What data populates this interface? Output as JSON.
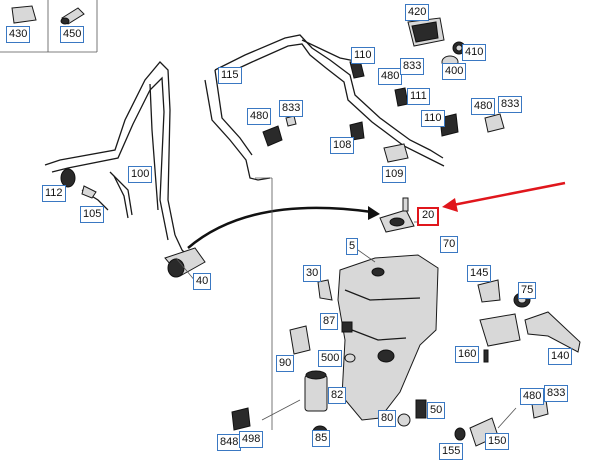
{
  "diagram": {
    "highlight_color": "#e0161c",
    "label_border_color": "#3a78c2",
    "highlighted_part": "20",
    "legend_boxes": [
      {
        "id": "430",
        "label": "430",
        "icon": "gasket-icon"
      },
      {
        "id": "450",
        "label": "450",
        "icon": "hose-piece-icon"
      }
    ],
    "labels": [
      {
        "id": "420",
        "text": "420"
      },
      {
        "id": "410",
        "text": "410"
      },
      {
        "id": "400",
        "text": "400"
      },
      {
        "id": "110a",
        "text": "110"
      },
      {
        "id": "480a",
        "text": "480"
      },
      {
        "id": "833a",
        "text": "833"
      },
      {
        "id": "115",
        "text": "115"
      },
      {
        "id": "111",
        "text": "111"
      },
      {
        "id": "480b",
        "text": "480"
      },
      {
        "id": "833b",
        "text": "833"
      },
      {
        "id": "480c",
        "text": "480"
      },
      {
        "id": "833c",
        "text": "833"
      },
      {
        "id": "110b",
        "text": "110"
      },
      {
        "id": "108",
        "text": "108"
      },
      {
        "id": "109",
        "text": "109"
      },
      {
        "id": "100",
        "text": "100"
      },
      {
        "id": "112",
        "text": "112"
      },
      {
        "id": "105",
        "text": "105"
      },
      {
        "id": "20",
        "text": "20"
      },
      {
        "id": "5",
        "text": "5"
      },
      {
        "id": "70",
        "text": "70"
      },
      {
        "id": "40",
        "text": "40"
      },
      {
        "id": "30",
        "text": "30"
      },
      {
        "id": "145",
        "text": "145"
      },
      {
        "id": "75",
        "text": "75"
      },
      {
        "id": "87",
        "text": "87"
      },
      {
        "id": "500",
        "text": "500"
      },
      {
        "id": "90",
        "text": "90"
      },
      {
        "id": "160",
        "text": "160"
      },
      {
        "id": "140",
        "text": "140"
      },
      {
        "id": "82",
        "text": "82"
      },
      {
        "id": "480d",
        "text": "480"
      },
      {
        "id": "833d",
        "text": "833"
      },
      {
        "id": "80",
        "text": "80"
      },
      {
        "id": "50",
        "text": "50"
      },
      {
        "id": "848",
        "text": "848"
      },
      {
        "id": "498",
        "text": "498"
      },
      {
        "id": "85",
        "text": "85"
      },
      {
        "id": "155",
        "text": "155"
      },
      {
        "id": "150",
        "text": "150"
      }
    ]
  }
}
